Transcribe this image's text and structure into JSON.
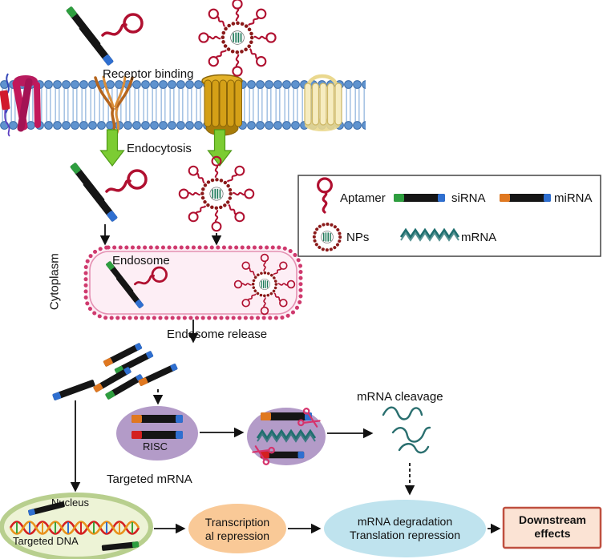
{
  "labels": {
    "receptor_binding": "Receptor binding",
    "endocytosis": "Endocytosis",
    "cytoplasm": "Cytoplasm",
    "endosome": "Endosome",
    "endosome_release": "Endosome release",
    "risc": "RISC",
    "targeted_mrna": "Targeted mRNA",
    "mrna_cleavage": "mRNA cleavage",
    "nucleus": "Nucleus",
    "targeted_dna": "Targeted DNA"
  },
  "nodes": {
    "transcription": {
      "line1": "Transcription",
      "line2": "al repression"
    },
    "mrna_degradation": {
      "line1": "mRNA degradation",
      "line2": "Translation repression"
    },
    "downstream": {
      "line1": "Downstream",
      "line2": "effects"
    }
  },
  "legend": {
    "aptamer": "Aptamer",
    "sirna": "siRNA",
    "mirna": "miRNA",
    "nps": "NPs",
    "mrna": "mRNA"
  },
  "colors": {
    "aptamer_red": "#b01030",
    "nanoparticle_bead": "#8b1a1a",
    "membrane_blue": "#5f93cf",
    "endosome_pink": "#cf3a6e",
    "risc_purple": "#b39bc8",
    "mrna_teal": "#1f6f6f",
    "sirna_green": "#2e9e3f",
    "mirna_orange": "#e07820",
    "rna_blue": "#2f6fd0",
    "endocytosis_green": "#7ccc33",
    "nucleus_fill": "#edf3d6",
    "transcription_fill": "#f9c997",
    "degradation_fill": "#bfe3ee",
    "downstream_fill": "#fbe3d4",
    "downstream_border": "#bf4f3f"
  }
}
